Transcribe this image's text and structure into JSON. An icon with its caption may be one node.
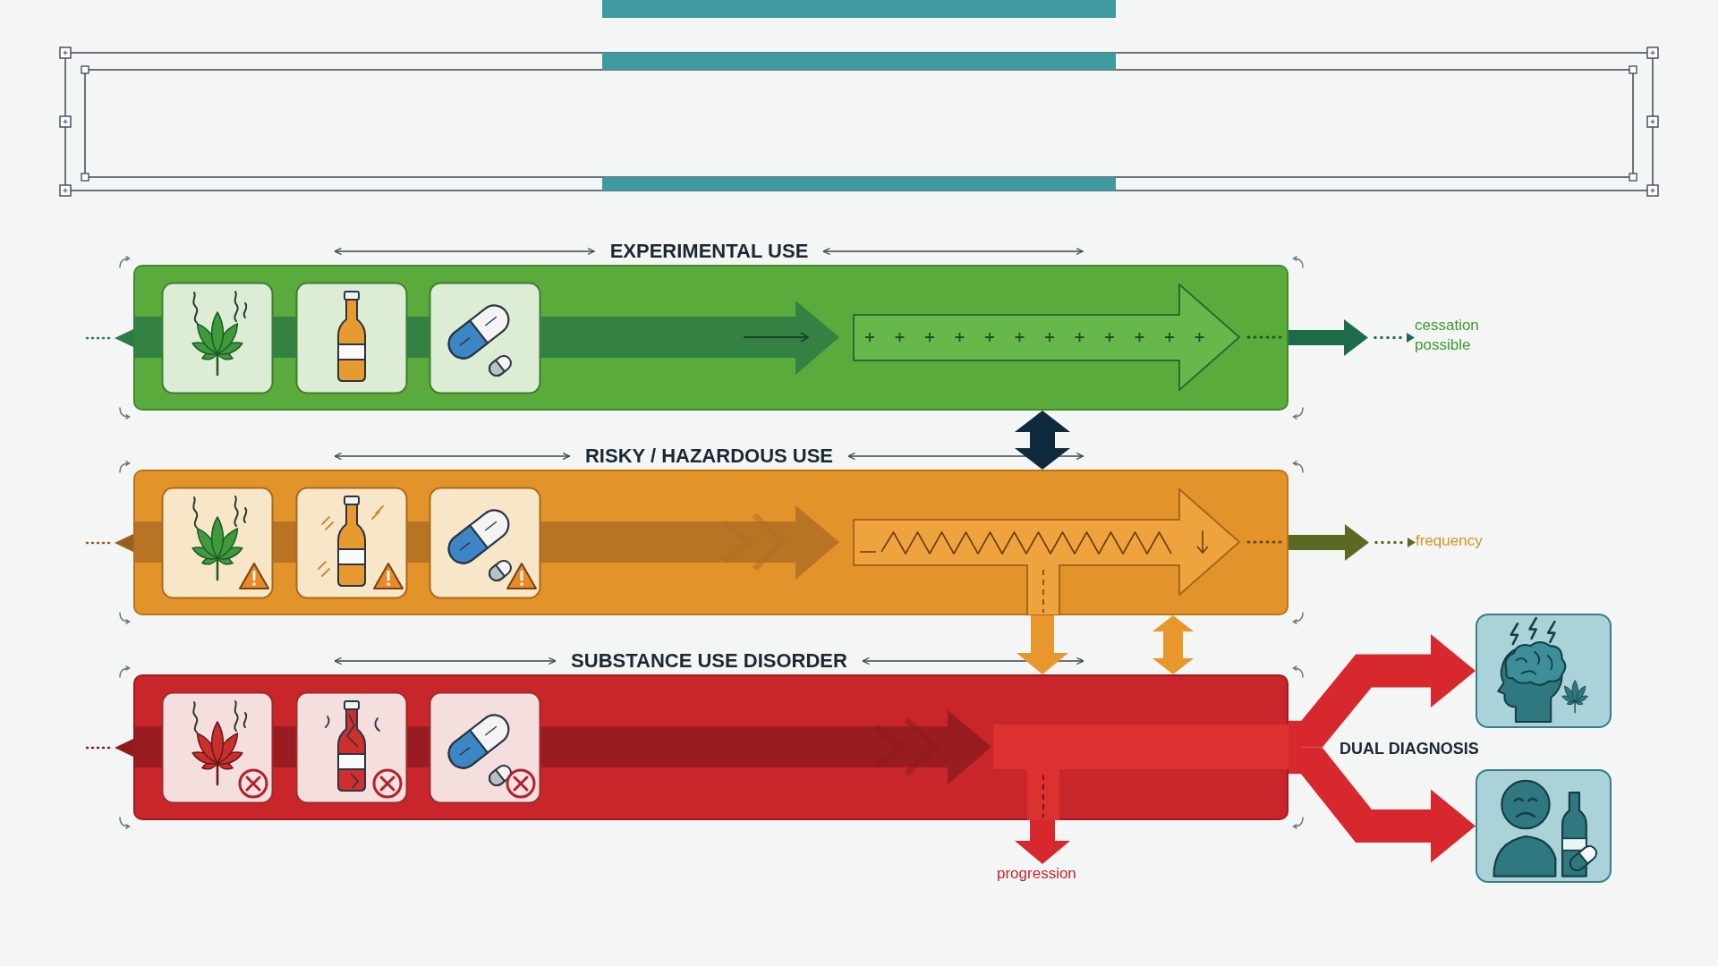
{
  "diagram": {
    "nodes": [
      {
        "text": [
          "EXPERIMENTAL USE"
        ]
      },
      {
        "text": [
          "cessation possible"
        ]
      },
      {
        "text": [
          "RISKY / HAZARDOUS USE"
        ]
      },
      {
        "text": [
          "frequency"
        ]
      },
      {
        "text": [
          "SUBSTANCE USE DISORDER"
        ]
      },
      {
        "text": [],
        "shape": "picture"
      },
      {
        "text": [],
        "shape": "picture"
      },
      {
        "text": [
          "progression"
        ]
      }
    ],
    "edges": [
      {
        "from": 0,
        "to": 1,
        "arrow": "to",
        "color": "#1e6b4c"
      },
      {
        "from": 0,
        "to": 2,
        "arrow": "both",
        "color": "#0f2a3d"
      },
      {
        "from": 2,
        "to": 3,
        "arrow": "to",
        "color": "#5b6a22"
      },
      {
        "from": 2,
        "to": 4,
        "arrow": "to",
        "color": "#e8972c"
      },
      {
        "from": 2,
        "to": 4,
        "arrow": "both",
        "color": "#e8972c"
      },
      {
        "from": 4,
        "to": 7,
        "arrow": "to"
      },
      {
        "from": 4,
        "to": 5,
        "arrow": "to"
      },
      {
        "from": 4,
        "to": 6,
        "arrow": "to"
      }
    ],
    "labels": [
      "DUAL DIAGNOSIS"
    ]
  }
}
